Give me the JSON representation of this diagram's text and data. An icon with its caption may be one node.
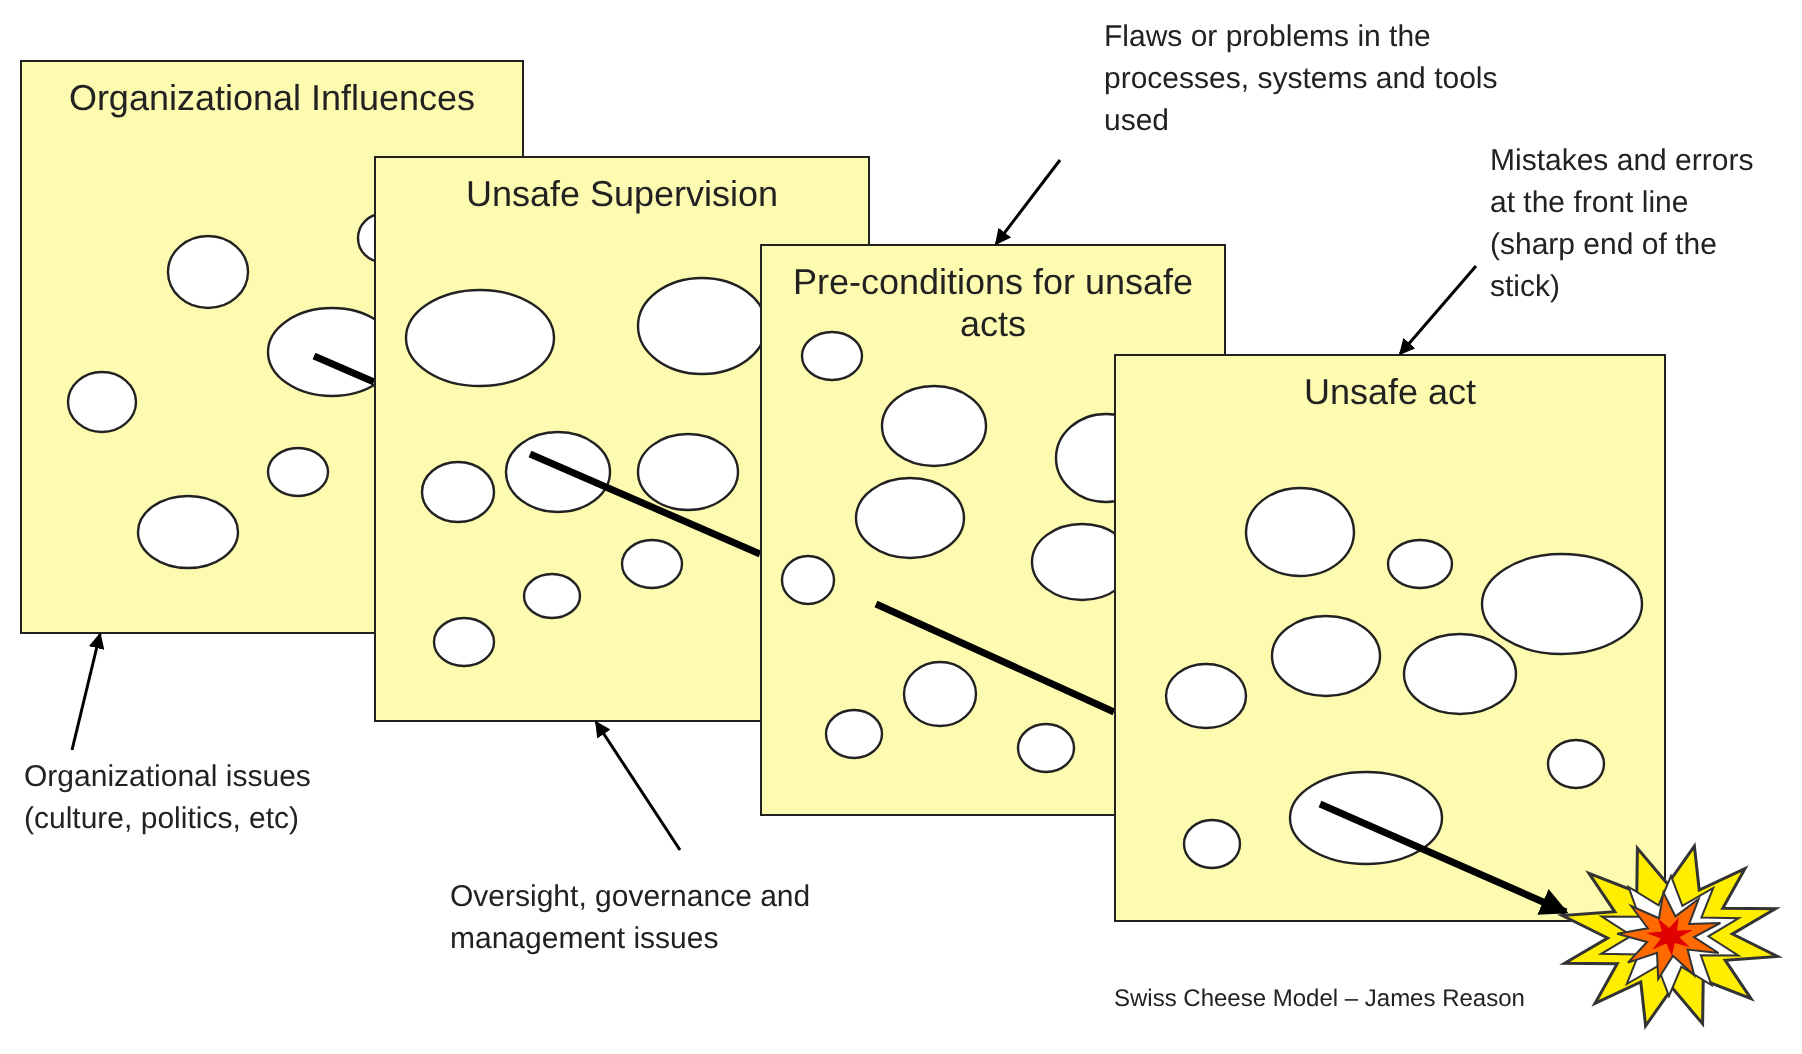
{
  "diagram": {
    "caption": "Swiss Cheese Model – James Reason",
    "nodes": [
      {
        "text": [
          "Organizational Influences"
        ]
      },
      {
        "text": [
          "Unsafe Supervision"
        ]
      },
      {
        "text": [
          "Pre-conditions for unsafe acts"
        ]
      },
      {
        "text": [
          "Unsafe act"
        ]
      },
      {
        "text": [
          "Flaws or problems in the processes, systems and tools used"
        ]
      },
      {
        "text": [
          "Mistakes and errors at the front line (sharp end of the stick)"
        ]
      },
      {
        "text": [
          "Organizational issues (culture, politics, etc)"
        ]
      },
      {
        "text": [
          "Oversight, governance and management issues"
        ]
      },
      {
        "text": [],
        "shape": "picture"
      }
    ],
    "edges": [
      {
        "from": 4,
        "to": 2,
        "arrow": "to"
      },
      {
        "from": 5,
        "to": 3,
        "arrow": "to"
      },
      {
        "from": 6,
        "to": 0,
        "arrow": "to"
      },
      {
        "from": 7,
        "to": 1,
        "arrow": "to"
      },
      {
        "from": 0,
        "to": 1,
        "arrow": "none",
        "style": "thick"
      },
      {
        "from": 1,
        "to": 2,
        "arrow": "none",
        "style": "thick"
      },
      {
        "from": 2,
        "to": 3,
        "arrow": "none",
        "style": "thick"
      },
      {
        "from": 3,
        "to": 8,
        "arrow": "to",
        "style": "thick"
      }
    ]
  }
}
